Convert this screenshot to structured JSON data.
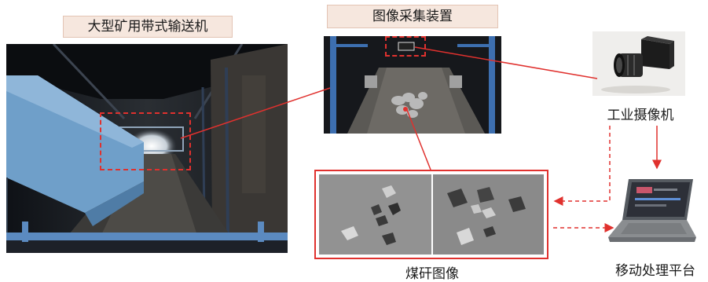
{
  "labels": {
    "conveyor": "大型矿用带式输送机",
    "acquisition": "图像采集装置",
    "camera": "工业摄像机",
    "images": "煤矸图像",
    "platform": "移动处理平台"
  },
  "colors": {
    "accent_red": "#e0312e",
    "label_fill": "#f6e7de",
    "conveyor_blue": "#6f9fc9"
  },
  "icons": {
    "camera": "industrial-camera-icon",
    "laptop": "laptop-icon"
  }
}
